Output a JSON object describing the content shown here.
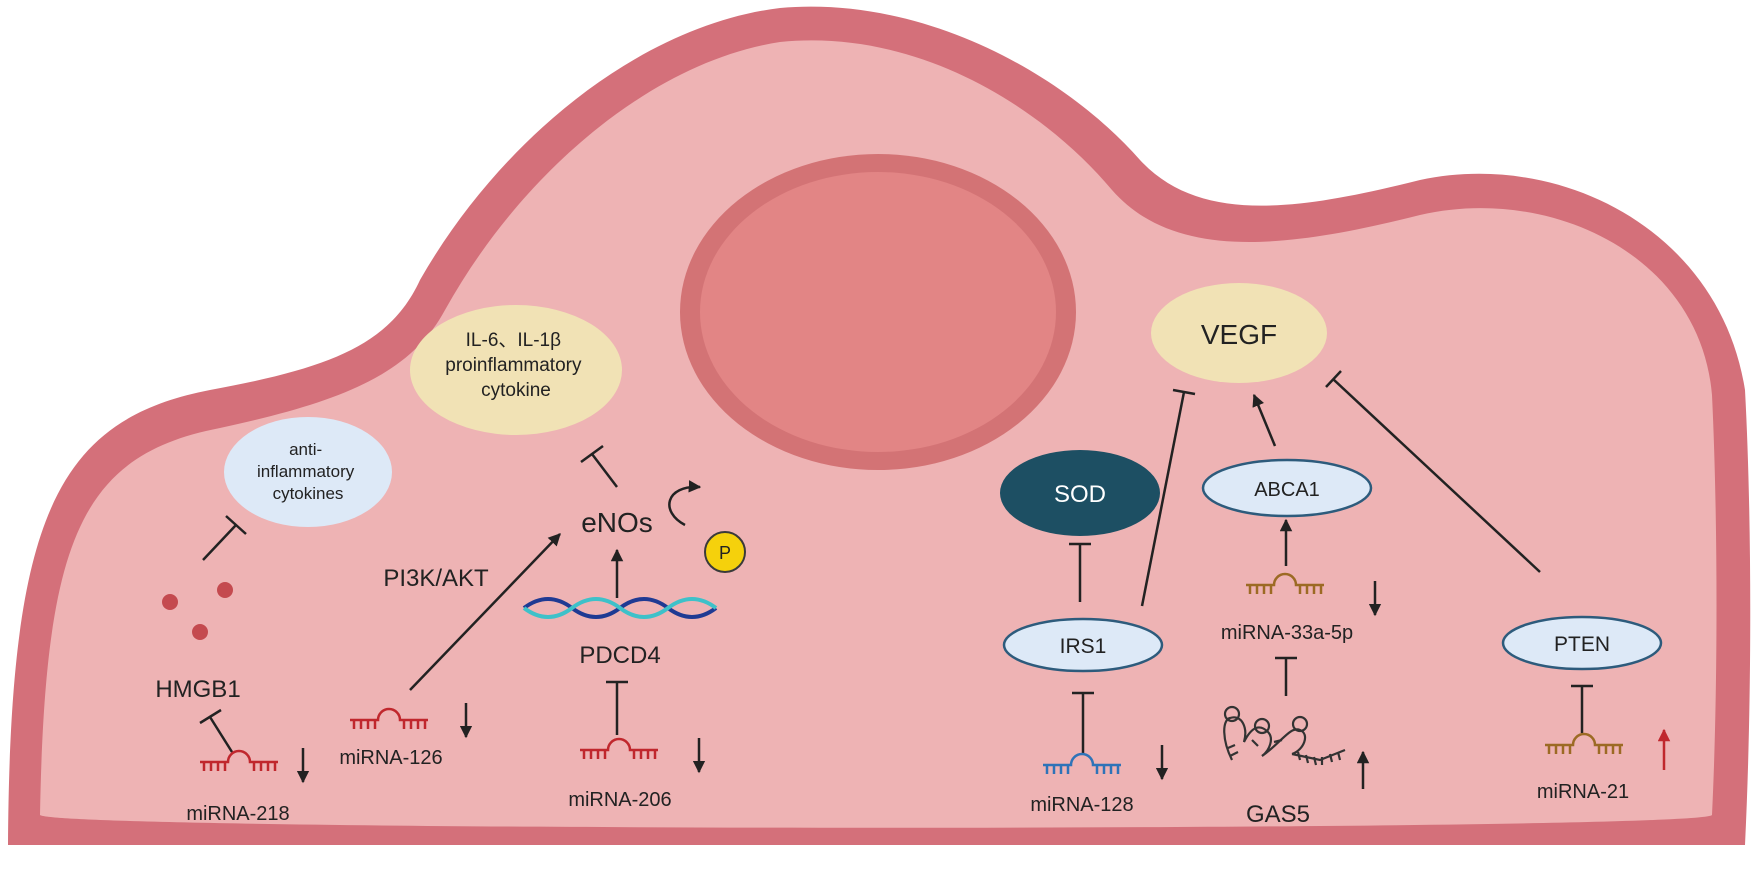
{
  "colors": {
    "membrane_outer": "#d4707a",
    "cytoplasm": "#eeb3b4",
    "nucleus_rim": "#d37375",
    "nucleus_fill": "#e28585",
    "cream_node": "#f1e2b5",
    "blue_node": "#dde9f7",
    "sod_node": "#1d4f63",
    "phospho": "#f5d10c",
    "mirna_red": "#c0272d",
    "mirna_brown": "#9c6a24",
    "mirna_blue": "#2e73b8",
    "dna_dark": "#1f3a93",
    "dna_teal": "#3ec1c9",
    "up_arrow": "#c0272d",
    "line": "#222222"
  },
  "nodes": {
    "anti_inflammatory": [
      "anti-",
      "inflammatory",
      "cytokines"
    ],
    "proinflammatory": [
      "IL-6、IL-1β",
      "proinflammatory",
      "cytokine"
    ],
    "vegf": "VEGF",
    "sod": "SOD",
    "abca1": "ABCA1",
    "irs1": "IRS1",
    "pten": "PTEN",
    "phospho": "P"
  },
  "labels": {
    "hmgb1": "HMGB1",
    "pi3k_akt": "PI3K/AKT",
    "enos": "eNOs",
    "pdcd4": "PDCD4",
    "gas5": "GAS5"
  },
  "mirnas": {
    "m218": "miRNA-218",
    "m126": "miRNA-126",
    "m206": "miRNA-206",
    "m128": "miRNA-128",
    "m33a": "miRNA-33a-5p",
    "m21": "miRNA-21"
  }
}
